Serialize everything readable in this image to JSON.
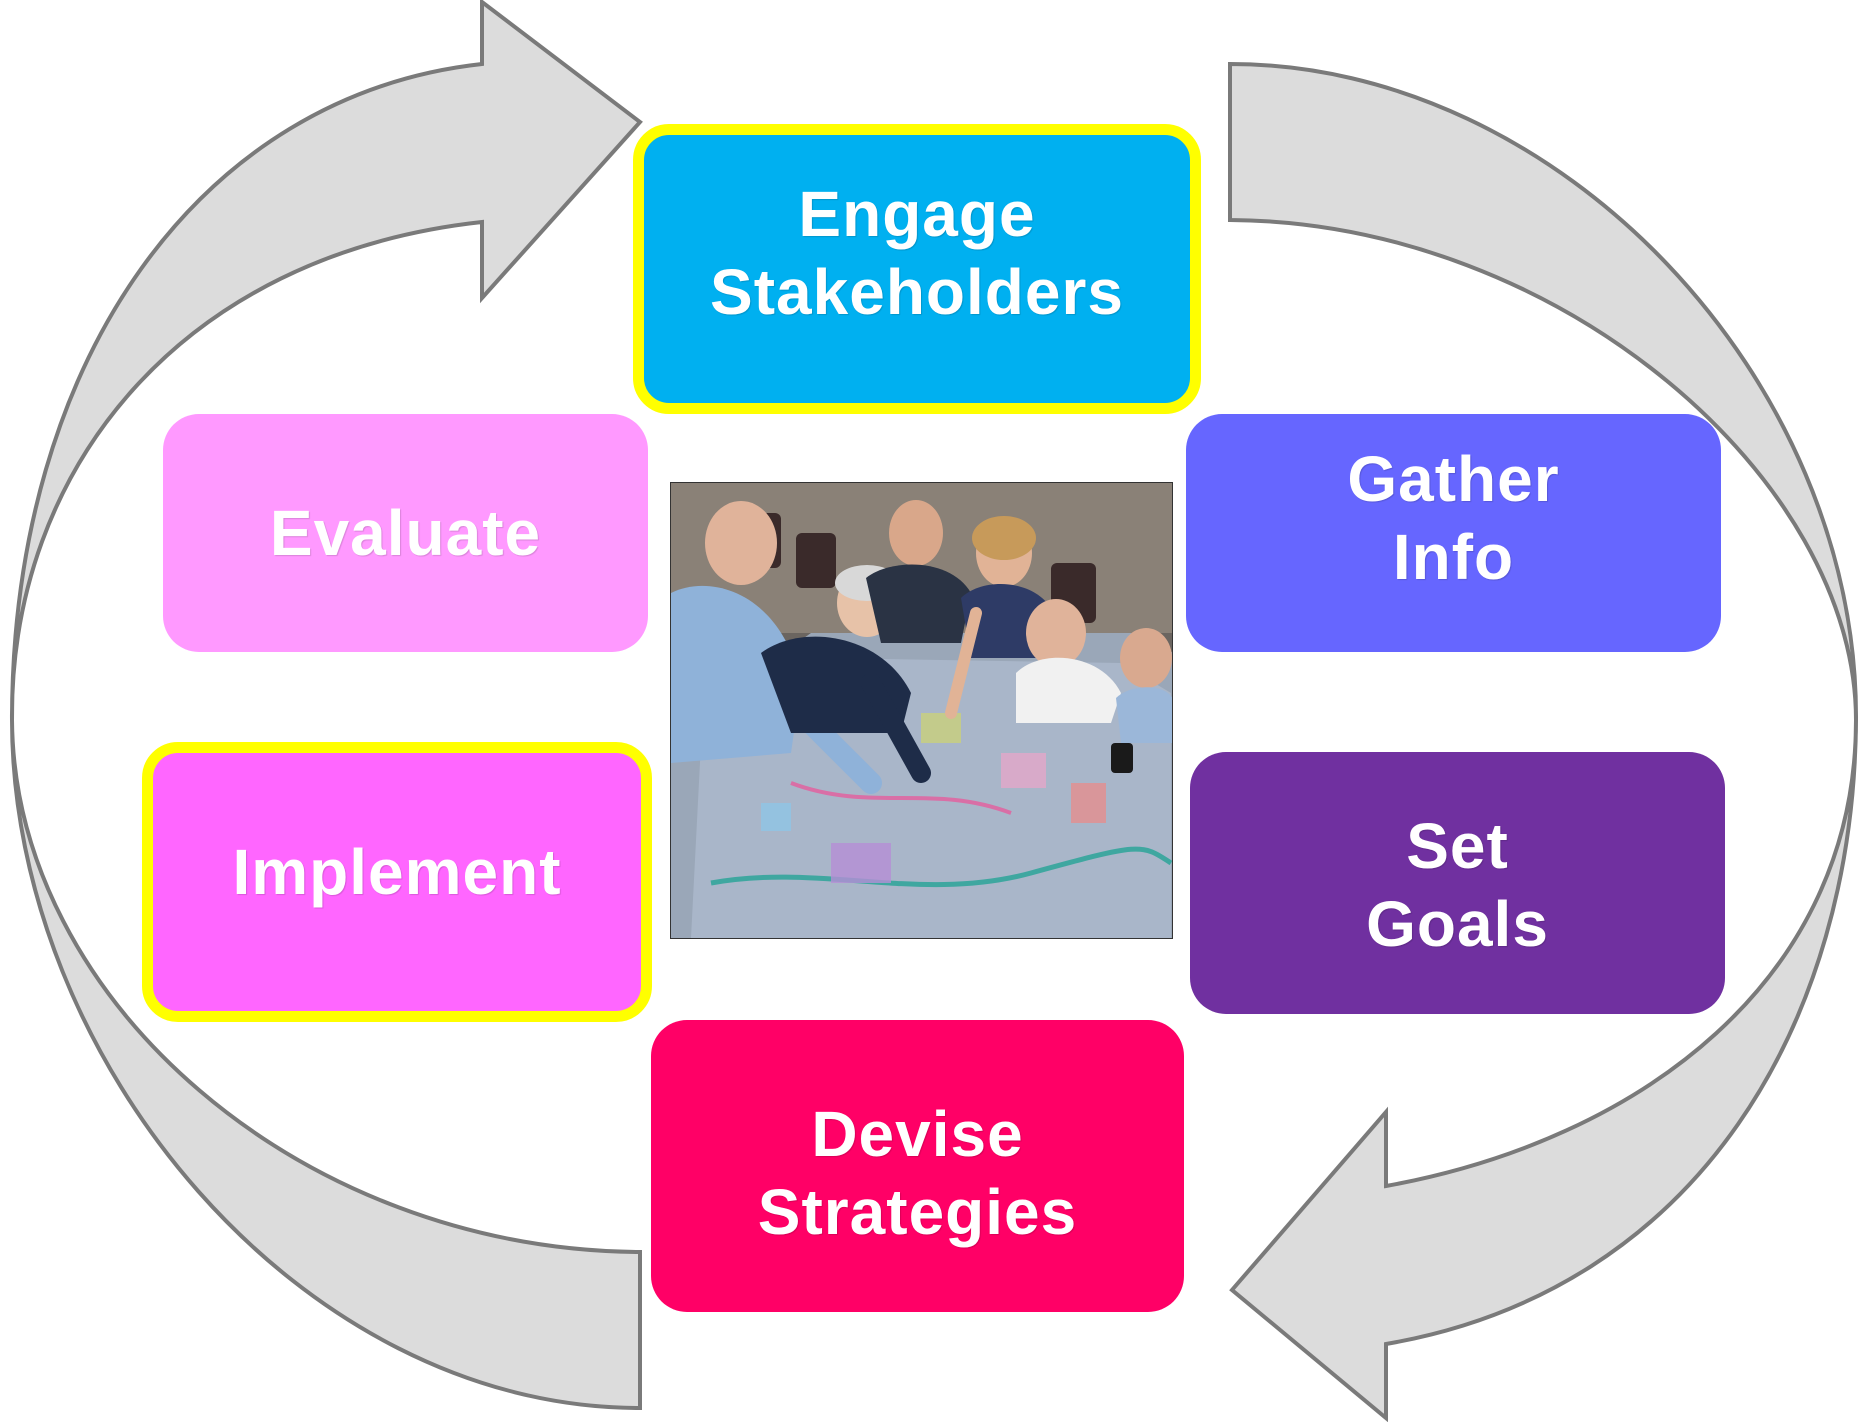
{
  "diagram": {
    "steps": [
      {
        "id": "engage",
        "lines": [
          "Engage",
          "Stakeholders"
        ],
        "color": "#00b0f0",
        "highlighted": true
      },
      {
        "id": "gather",
        "lines": [
          "Gather",
          "Info"
        ],
        "color": "#6666ff",
        "highlighted": false
      },
      {
        "id": "setgoals",
        "lines": [
          "Set",
          "Goals"
        ],
        "color": "#7030a0",
        "highlighted": false
      },
      {
        "id": "devise",
        "lines": [
          "Devise",
          "Strategies"
        ],
        "color": "#ff0066",
        "highlighted": false
      },
      {
        "id": "implement",
        "lines": [
          "Implement"
        ],
        "color": "#ff66ff",
        "highlighted": true
      },
      {
        "id": "evaluate",
        "lines": [
          "Evaluate"
        ],
        "color": "#ff99ff",
        "highlighted": false
      }
    ],
    "highlight_color": "#ffff00",
    "arrow_fill": "#dcdcdc",
    "arrow_stroke": "#7a7a7a",
    "arrow_direction": "clockwise"
  }
}
